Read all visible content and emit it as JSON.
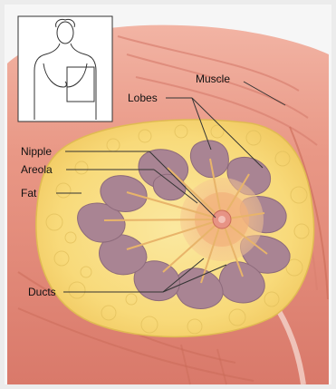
{
  "labels": {
    "muscle": "Muscle",
    "lobes": "Lobes",
    "nipple": "Nipple",
    "areola": "Areola",
    "fat": "Fat",
    "ducts": "Ducts"
  },
  "inset": {
    "icon": "female-torso-icon"
  },
  "colors": {
    "muscle": "#e58f79",
    "muscle_dark": "#c96a57",
    "fat": "#f7d874",
    "fat_edge": "#d4b04a",
    "lobe": "#a98493",
    "lobe_edge": "#8d6a7b",
    "areola": "#f1b47e",
    "nipple": "#e79385",
    "frame": "#dcdcdc"
  }
}
